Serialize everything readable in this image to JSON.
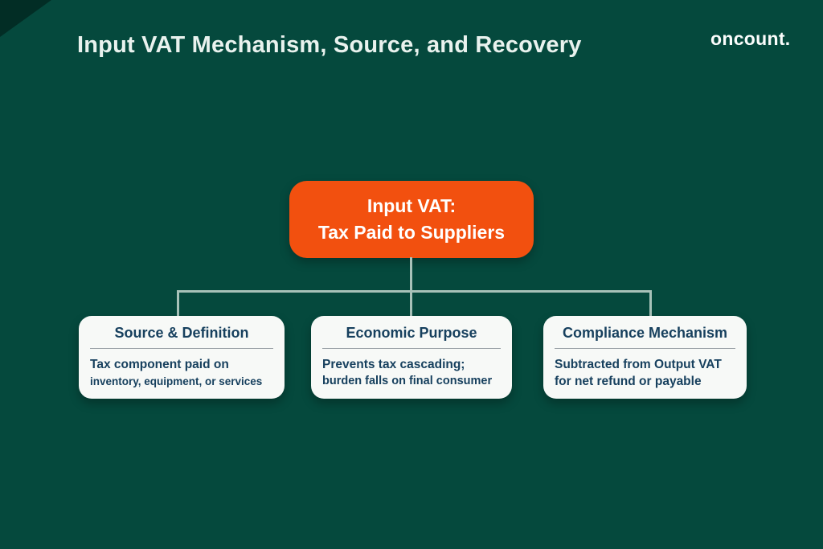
{
  "header": {
    "title": "Input VAT Mechanism, Source, and Recovery",
    "brand": "oncount."
  },
  "diagram": {
    "root": {
      "line1": "Input VAT:",
      "line2": "Tax Paid to Suppliers"
    },
    "nodes": [
      {
        "title": "Source & Definition",
        "body_line1": "Tax component paid on",
        "body_line2": "inventory, equipment, or services"
      },
      {
        "title": "Economic Purpose",
        "body_line1": "Prevents tax cascading;",
        "body_line2": "burden falls on final consumer"
      },
      {
        "title": "Compliance Mechanism",
        "body_line1": "Subtracted from Output VAT",
        "body_line2": "for net refund or payable"
      }
    ]
  },
  "colors": {
    "background": "#05493D",
    "accent_orange": "#F2500F",
    "node_bg": "#F7F9F7",
    "node_text": "#17405E",
    "connector": "#A8C2B9",
    "title_text": "#E9F2EE"
  }
}
